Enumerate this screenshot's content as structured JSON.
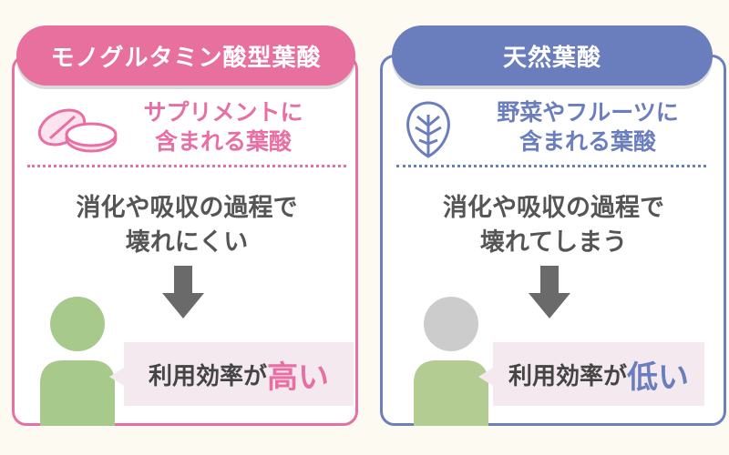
{
  "left": {
    "title": "モノグルタミン酸型葉酸",
    "subtitle_line1": "サプリメントに",
    "subtitle_line2": "含まれる葉酸",
    "desc_line1": "消化や吸収の過程で",
    "desc_line2": "壊れにくい",
    "result_prefix": "利用効率が",
    "result_emph": "高い",
    "icon": "pill-icon",
    "accent": "#e86fa4"
  },
  "right": {
    "title": "天然葉酸",
    "subtitle_line1": "野菜やフルーツに",
    "subtitle_line2": "含まれる葉酸",
    "desc_line1": "消化や吸収の過程で",
    "desc_line2": "壊れてしまう",
    "result_prefix": "利用効率が",
    "result_emph": "低い",
    "icon": "leaf-icon",
    "accent": "#6a7dbd"
  },
  "person_fill_level": {
    "left": 1.0,
    "right": 0.5
  }
}
